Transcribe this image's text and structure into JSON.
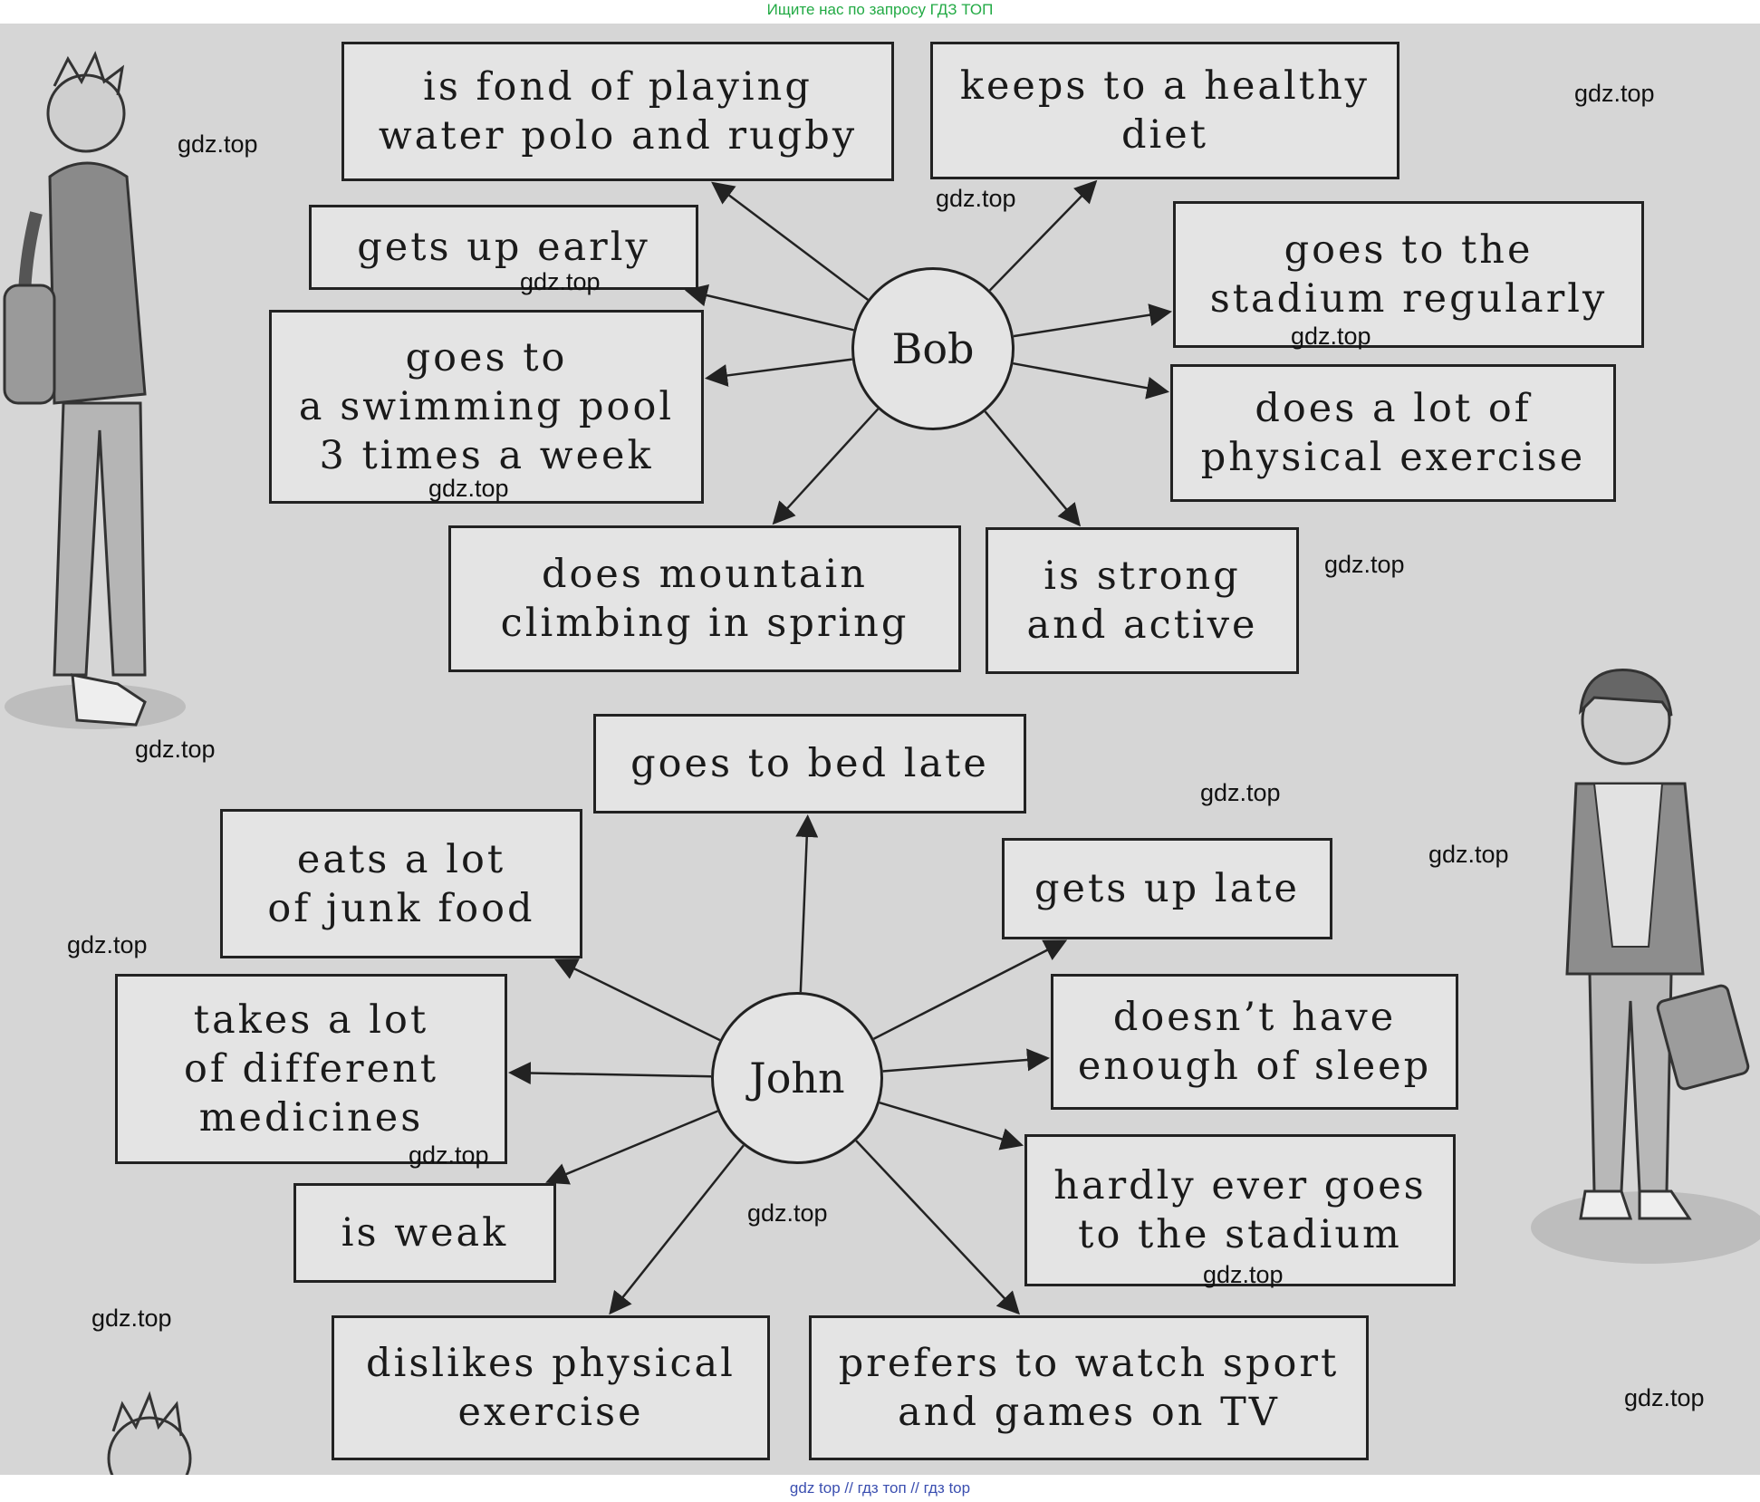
{
  "top_banner": "Ищите нас по запросу ГДЗ ТОП",
  "bottom_banner": "gdz top  //  гдз топ  //  гдз top",
  "watermark": "gdz.top",
  "bob": {
    "label": "Bob",
    "boxes": [
      "is fond of playing\nwater polo and rugby",
      "keeps to a healthy\ndiet",
      "gets up early",
      "goes to the\nstadium regularly",
      "goes to\na swimming pool\n3 times a week",
      "does a lot of\nphysical exercise",
      "does mountain\nclimbing in spring",
      "is strong\nand active"
    ]
  },
  "john": {
    "label": "John",
    "boxes": [
      "goes to bed late",
      "eats a lot\nof junk food",
      "gets up late",
      "takes a lot\nof different\nmedicines",
      "doesn’t have\nenough of sleep",
      "is weak",
      "hardly ever goes\nto the stadium",
      "dislikes physical\nexercise",
      "prefers to watch sport\nand games on TV"
    ]
  }
}
